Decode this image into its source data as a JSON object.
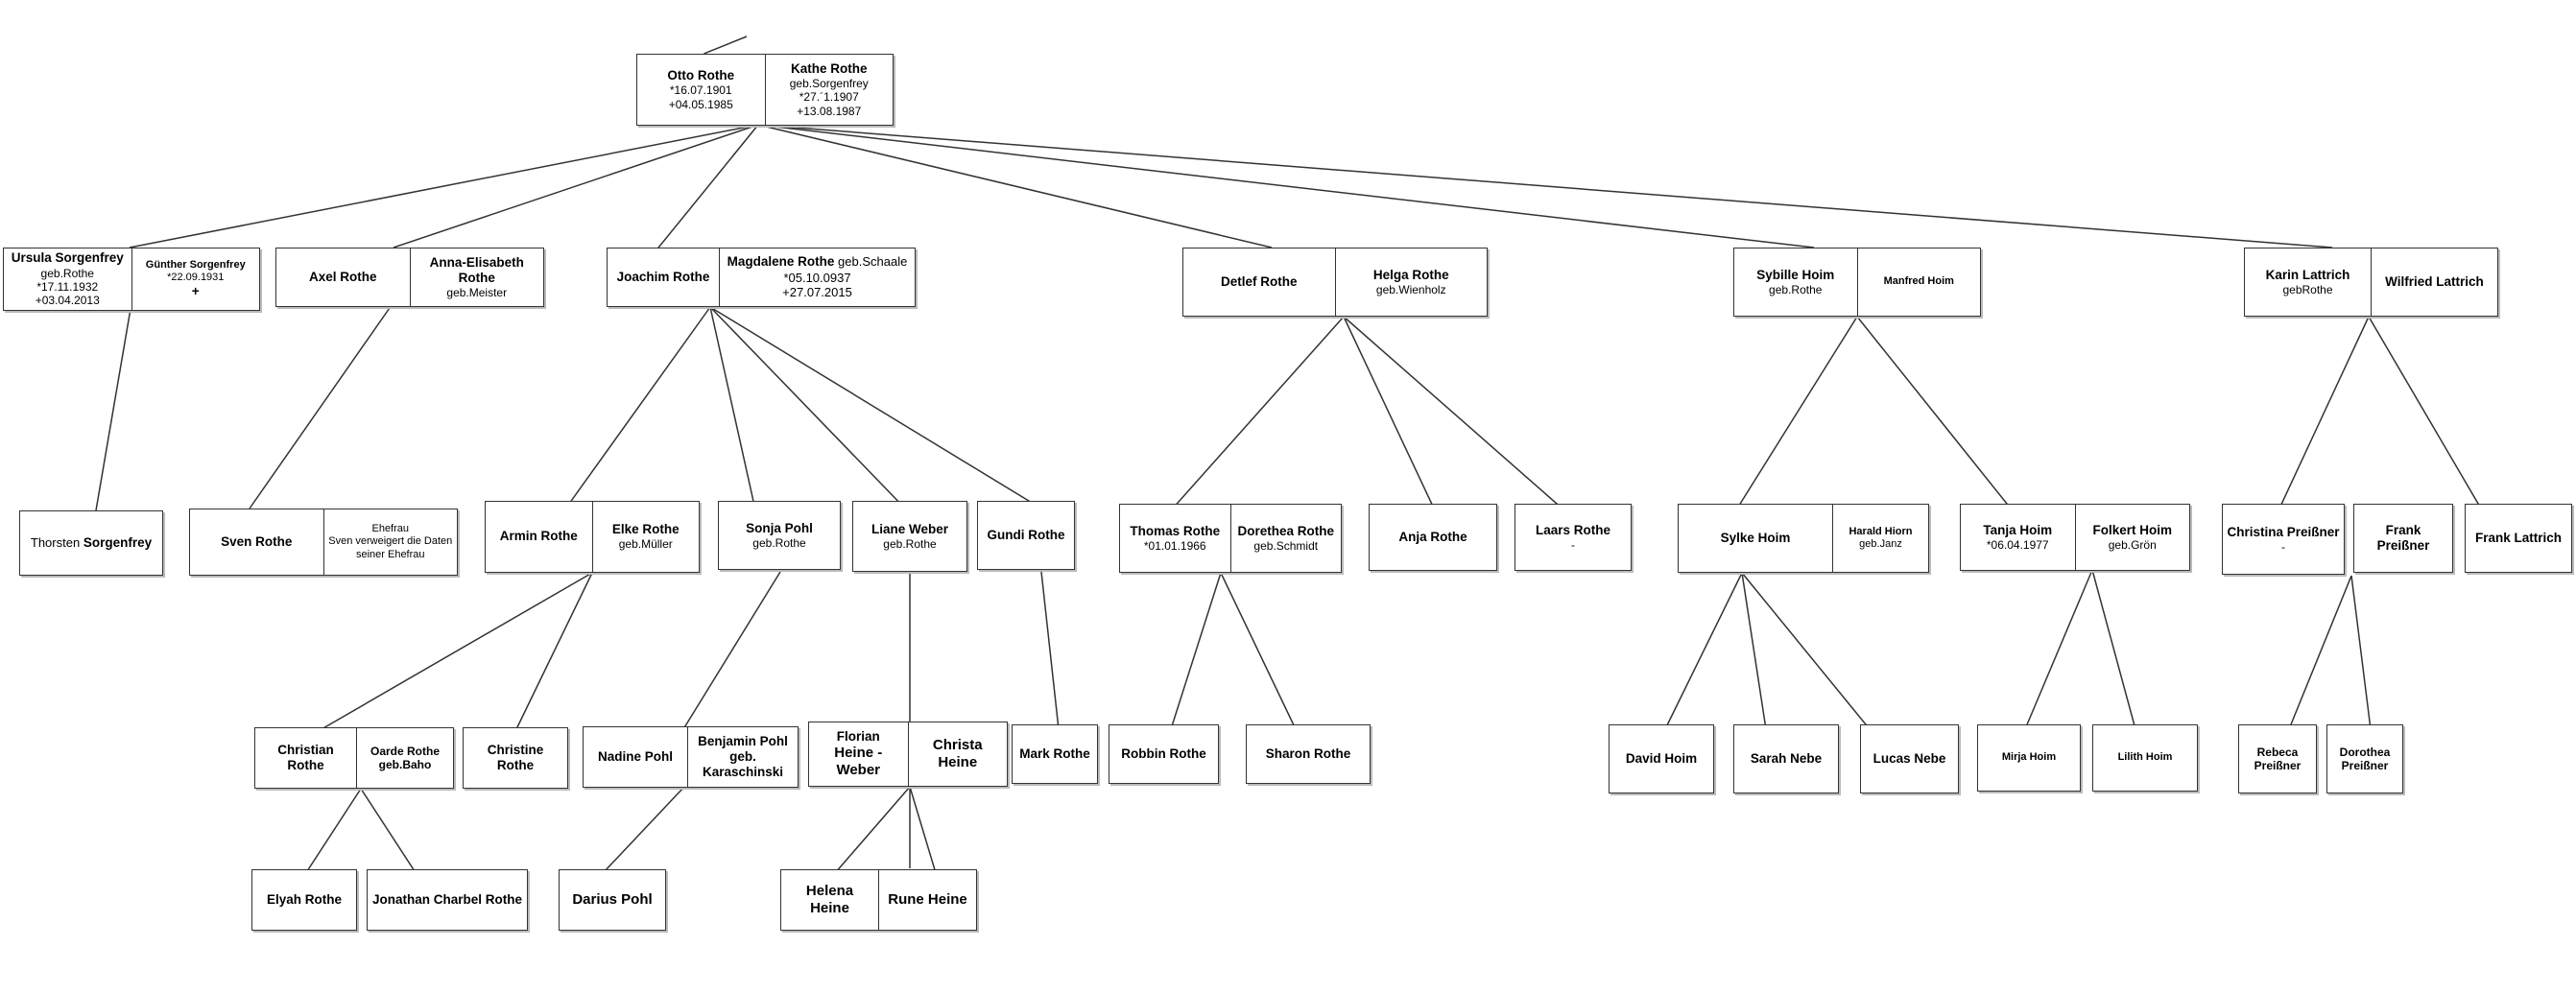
{
  "tree": {
    "otto": {
      "name": "Otto Rothe",
      "birth": "*16.07.1901",
      "death": "+04.05.1985"
    },
    "kathe": {
      "name": "Kathe Rothe",
      "maiden": "geb.Sorgenfrey",
      "birth": "*27.´1.1907",
      "death": "+13.08.1987"
    },
    "ursula": {
      "name": "Ursula Sorgenfrey",
      "maiden": "geb.Rothe",
      "birth": "*17.11.1932",
      "death": "+03.04.2013"
    },
    "guenther": {
      "name": "Günther Sorgenfrey",
      "birth": "*22.09.1931",
      "death": "+"
    },
    "axel": {
      "name": "Axel Rothe"
    },
    "annaelisabeth": {
      "name": "Anna-Elisabeth Rothe",
      "maiden": "geb.Meister"
    },
    "joachim": {
      "name": "Joachim Rothe"
    },
    "magdalene": {
      "name": "Magdalene Rothe",
      "maiden": "geb.Schaale",
      "birth": "*05.10.0937",
      "death": "+27.07.2015"
    },
    "detlef": {
      "name": "Detlef Rothe"
    },
    "helga": {
      "name": "Helga Rothe",
      "maiden": "geb.Wienholz"
    },
    "sybille": {
      "name": "Sybille Hoim",
      "maiden": "geb.Rothe"
    },
    "manfred": {
      "name": "Manfred Hoim"
    },
    "karin": {
      "name": "Karin Lattrich",
      "maiden": "gebRothe"
    },
    "wilfried": {
      "name": "Wilfried Lattrich"
    },
    "thorsten": {
      "first": "Thorsten",
      "last": "Sorgenfrey"
    },
    "sven": {
      "name": "Sven Rothe"
    },
    "ehefrau": {
      "line1": "Ehefrau",
      "line2": "Sven verweigert die Daten",
      "line3": "seiner Ehefrau"
    },
    "armin": {
      "name": "Armin Rothe"
    },
    "elke": {
      "name": "Elke Rothe",
      "maiden": "geb.Müller"
    },
    "sonja": {
      "name": "Sonja Pohl",
      "maiden": "geb.Rothe"
    },
    "liane": {
      "name": "Liane Weber",
      "maiden": "geb.Rothe"
    },
    "gundi": {
      "name": "Gundi Rothe"
    },
    "thomas": {
      "name": "Thomas Rothe",
      "birth": "*01.01.1966"
    },
    "dorethea": {
      "name": "Dorethea Rothe",
      "maiden": "geb.Schmidt"
    },
    "anja": {
      "name": "Anja Rothe"
    },
    "laars": {
      "name": "Laars Rothe",
      "note": "-"
    },
    "sylke": {
      "name": "Sylke Hoim"
    },
    "harald": {
      "name": "Harald Hiorn",
      "maiden": "geb.Janz"
    },
    "tanja": {
      "name": "Tanja Hoim",
      "birth": "*06.04.1977"
    },
    "folkert": {
      "name": "Folkert Hoim",
      "maiden": "geb.Grön"
    },
    "christina": {
      "name": "Christina Preißner",
      "note": "-"
    },
    "frankp": {
      "name": "Frank Preißner"
    },
    "frankl": {
      "name": "Frank Lattrich"
    },
    "christian": {
      "name": "Christian Rothe"
    },
    "oarde": {
      "name": "Oarde Rothe",
      "maiden": "geb.Baho"
    },
    "christine": {
      "name": "Christine Rothe"
    },
    "nadine": {
      "name": "Nadine Pohl"
    },
    "benjamin": {
      "name": "Benjamin Pohl",
      "maiden": "geb. Karaschinski"
    },
    "florian": {
      "first": "Florian",
      "last": "Heine -Weber"
    },
    "christa": {
      "name": "Christa Heine"
    },
    "mark": {
      "name": "Mark Rothe"
    },
    "robbin": {
      "name": "Robbin Rothe"
    },
    "sharon": {
      "name": "Sharon Rothe"
    },
    "david": {
      "name": "David Hoim"
    },
    "sarah": {
      "name": "Sarah Nebe"
    },
    "lucas": {
      "name": "Lucas Nebe"
    },
    "mirja": {
      "name": "Mirja Hoim"
    },
    "lilith": {
      "name": "Lilith Hoim"
    },
    "rebeca": {
      "first": "Rebeca",
      "last": "Preißner"
    },
    "dorothea": {
      "first": "Dorothea",
      "last": "Preißner"
    },
    "elyah": {
      "name": "Elyah Rothe"
    },
    "jonathan": {
      "name": "Jonathan Charbel Rothe"
    },
    "darius": {
      "name": "Darius Pohl"
    },
    "helena": {
      "name": "Helena Heine"
    },
    "rune": {
      "name": "Rune Heine"
    }
  }
}
